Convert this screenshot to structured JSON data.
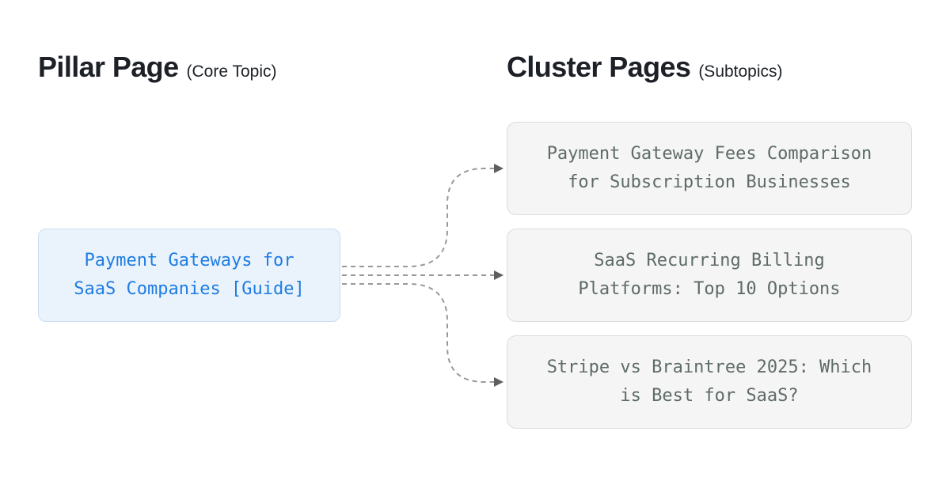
{
  "pillar": {
    "heading": "Pillar Page",
    "heading_note": "(Core Topic)",
    "card_label": "Payment Gateways for SaaS Companies [Guide]"
  },
  "clusters": {
    "heading": "Cluster Pages",
    "heading_note": "(Subtopics)",
    "cards": [
      {
        "label": "Payment Gateway Fees Comparison for Subscription Businesses"
      },
      {
        "label": "SaaS Recurring Billing Platforms: Top 10 Options"
      },
      {
        "label": "Stripe vs Braintree 2025: Which is Best for SaaS?"
      }
    ]
  },
  "colors": {
    "heading_text": "#1d2127",
    "pillar_card_bg": "#eaf3fb",
    "pillar_card_border": "#c9def2",
    "pillar_card_text": "#1e7ce2",
    "cluster_card_bg": "#f5f5f5",
    "cluster_card_border": "#dcdcdc",
    "cluster_card_text": "#5e6b68",
    "connector": "#999999",
    "arrowhead": "#5f5f5f"
  }
}
